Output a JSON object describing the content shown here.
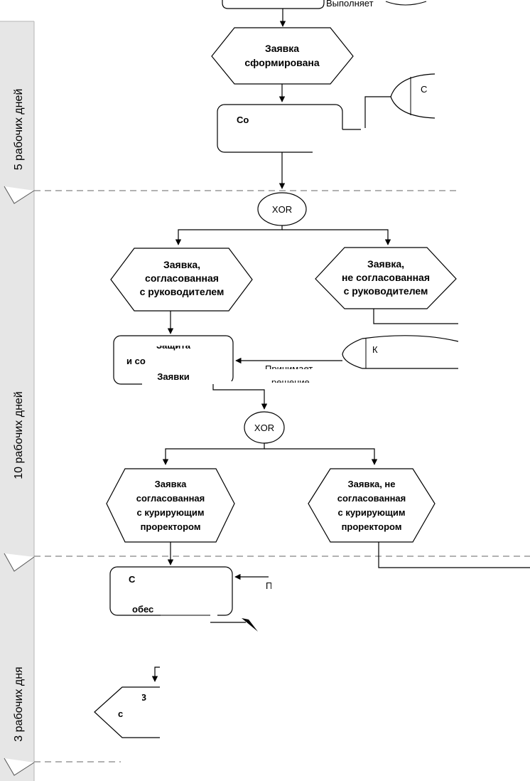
{
  "lanes": [
    {
      "label": "5 рабочих дней"
    },
    {
      "label": "10 рабочих дней"
    },
    {
      "label": "3 рабочих дня"
    }
  ],
  "events": {
    "formed": [
      "Заявка",
      "сформирована"
    ],
    "agreed_head": [
      "Заявка,",
      "согласованная",
      "с руководителем"
    ],
    "not_agreed_head": [
      "Заявка,",
      "не согласованная",
      "с руководителем"
    ],
    "agreed_prorector": [
      "Заявка",
      "согласованная",
      "с курирующим",
      "проректором"
    ],
    "not_agreed_prorector": [
      "Заявка, не",
      "согласованная",
      "с курирующим",
      "проректором"
    ]
  },
  "connectors": {
    "xor1": "XOR",
    "xor2": "XOR"
  },
  "fragments": {
    "top_role_text": "Выполняет",
    "func1": "Со",
    "func2_line1": "Защита",
    "func2_line2": "и со",
    "func2_line3": "Заявки",
    "role2": "К",
    "role2_action_1": "Принимает",
    "role2_action_2": "решение",
    "func3_line1": "С",
    "func3_line3": "обес",
    "role3": "П",
    "bottom_event_1": "З",
    "bottom_event_2": "с",
    "role1": "С"
  }
}
